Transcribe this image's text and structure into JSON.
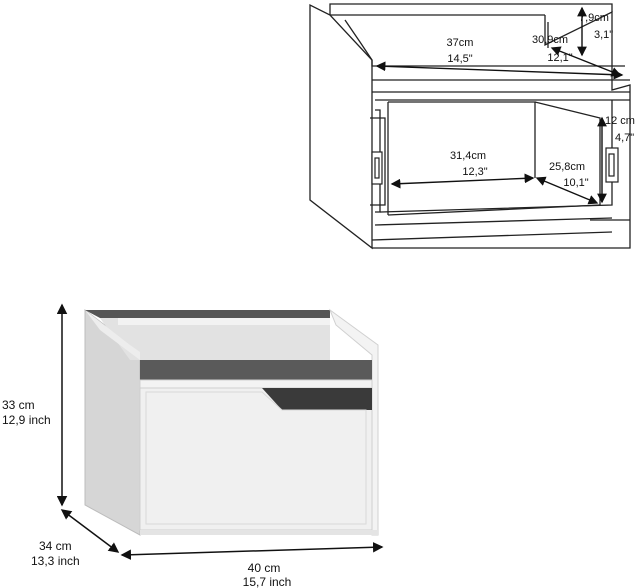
{
  "top_view": {
    "shelf_width_cm": "37cm",
    "shelf_width_in": "14,5\"",
    "shelf_depth_cm": "30,9cm",
    "shelf_depth_in": "12,1\"",
    "top_height_cm": "7,9cm",
    "top_height_in": "3,1\"",
    "drawer_width_cm": "31,4cm",
    "drawer_width_in": "12,3\"",
    "drawer_depth_cm": "25,8cm",
    "drawer_depth_in": "10,1\"",
    "drawer_height_cm": "12 cm",
    "drawer_height_in": "4,7\""
  },
  "product_view": {
    "height_cm": "33 cm",
    "height_in": "12,9 inch",
    "depth_cm": "34 cm",
    "depth_in": "13,3 inch",
    "width_cm": "40 cm",
    "width_in": "15,7 inch"
  },
  "colors": {
    "line": "#222222",
    "panel_white": "#f4f4f4",
    "panel_side": "#d8d8d8",
    "panel_inner": "#c9c9c9",
    "panel_dark": "#4a4a4a",
    "arrow": "#111111"
  }
}
